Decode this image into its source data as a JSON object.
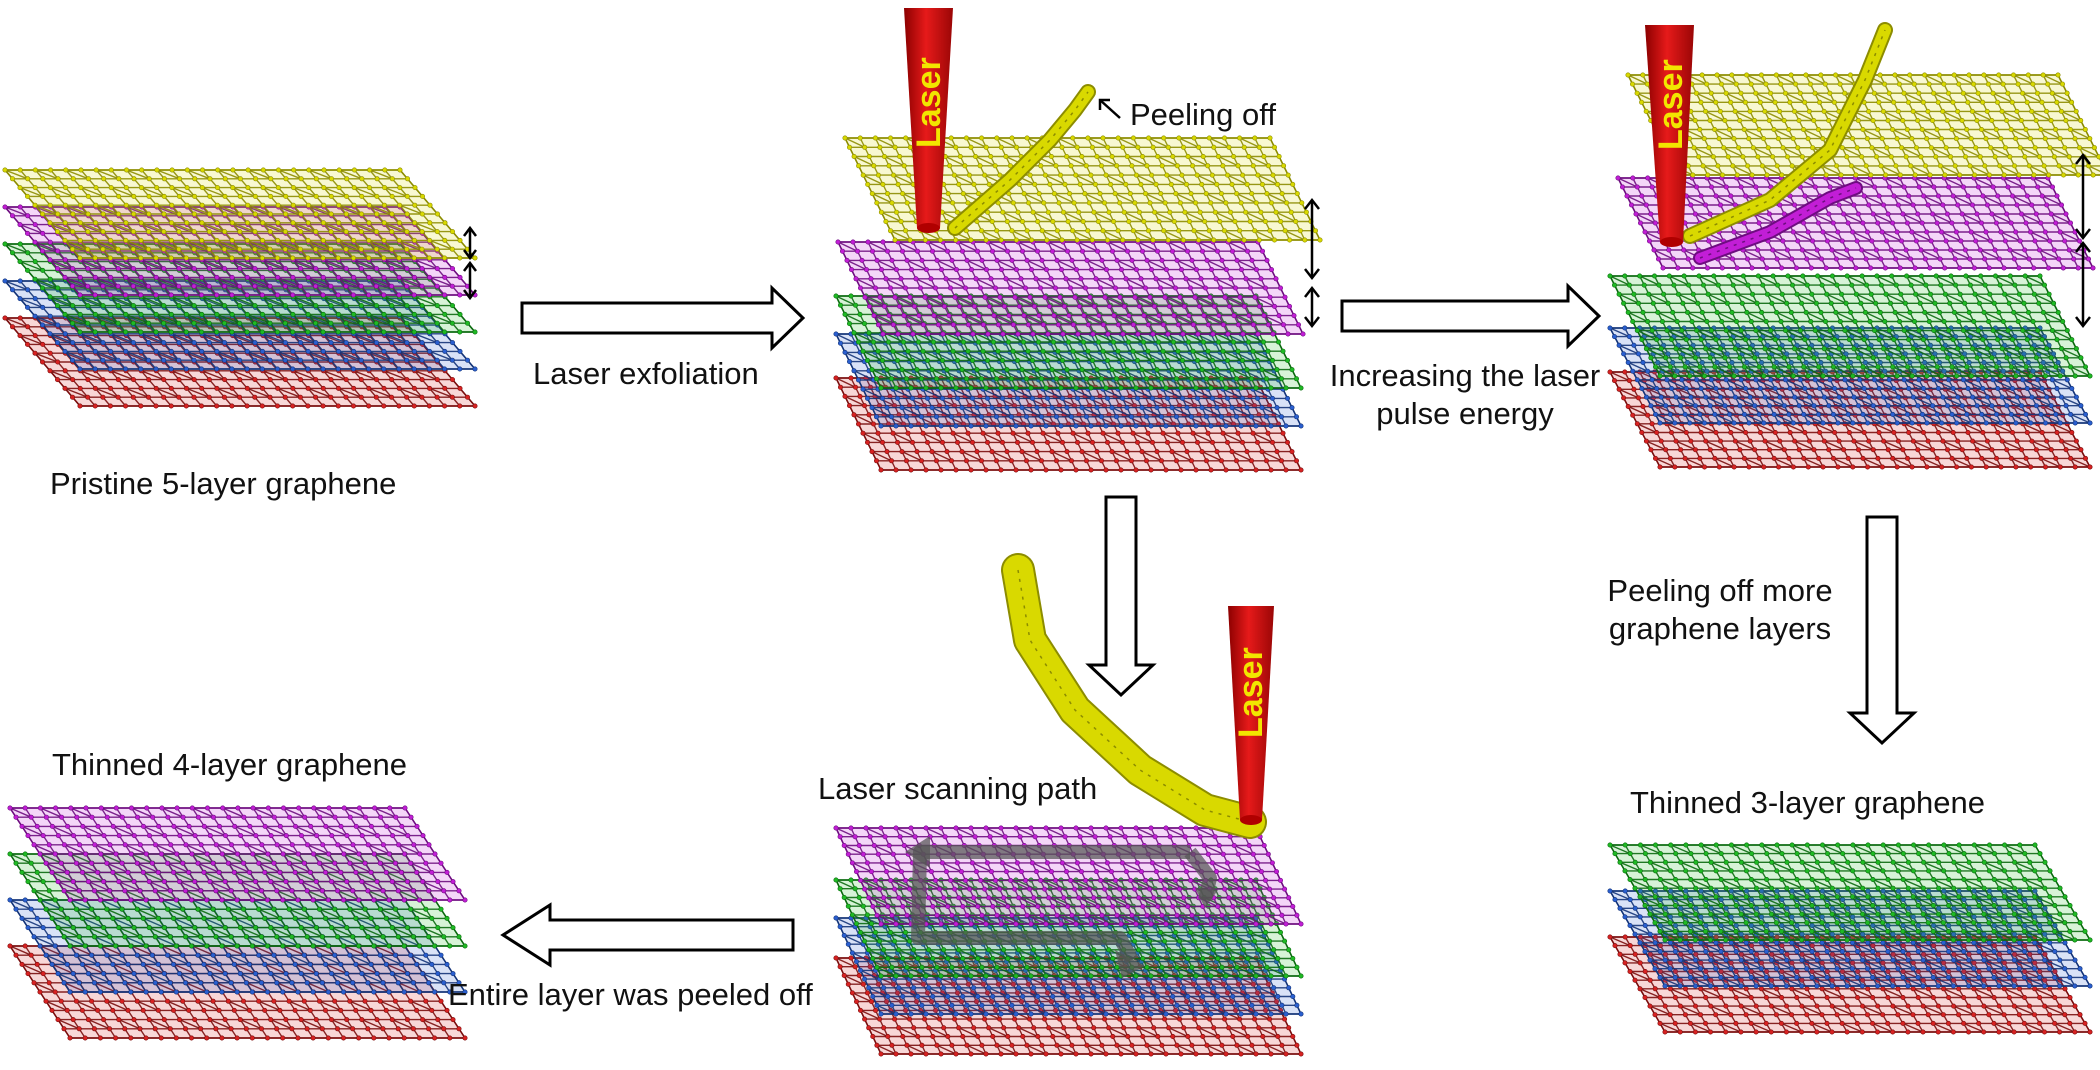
{
  "colors": {
    "yellow": "#d9d900",
    "yellow_dark": "#8c8c00",
    "magenta": "#c21ed6",
    "magenta_dark": "#6e0d80",
    "green": "#1fba24",
    "green_dark": "#0b6a0f",
    "blue": "#2a5fd0",
    "blue_dark": "#143478",
    "red": "#d82222",
    "red_dark": "#7a0e0e",
    "laser": "#d61010",
    "laser_text": "#f2e600",
    "scan_path": "#555555"
  },
  "laser_label": "Laser",
  "stages": {
    "pristine": {
      "caption": "Pristine 5-layer graphene",
      "layers": [
        "yellow",
        "magenta",
        "green",
        "blue",
        "red"
      ]
    },
    "exfoliation": {
      "layers": [
        "yellow",
        "magenta",
        "green",
        "blue",
        "red"
      ],
      "annotation": "Peeling off"
    },
    "high_energy": {
      "layers": [
        "yellow",
        "magenta",
        "green",
        "blue",
        "red"
      ]
    },
    "scanning": {
      "caption": "Laser scanning path",
      "layers": [
        "magenta",
        "green",
        "blue",
        "red"
      ]
    },
    "thinned4": {
      "caption": "Thinned 4-layer graphene",
      "layers": [
        "magenta",
        "green",
        "blue",
        "red"
      ]
    },
    "thinned3": {
      "caption": "Thinned 3-layer graphene",
      "layers": [
        "green",
        "blue",
        "red"
      ]
    }
  },
  "arrows": {
    "laser_exfoliation": "Laser exfoliation",
    "increase_energy_line1": "Increasing the laser",
    "increase_energy_line2": "pulse energy",
    "peel_more_line1": "Peeling off more",
    "peel_more_line2": "graphene layers",
    "entire_layer": "Entire layer was peeled off"
  }
}
